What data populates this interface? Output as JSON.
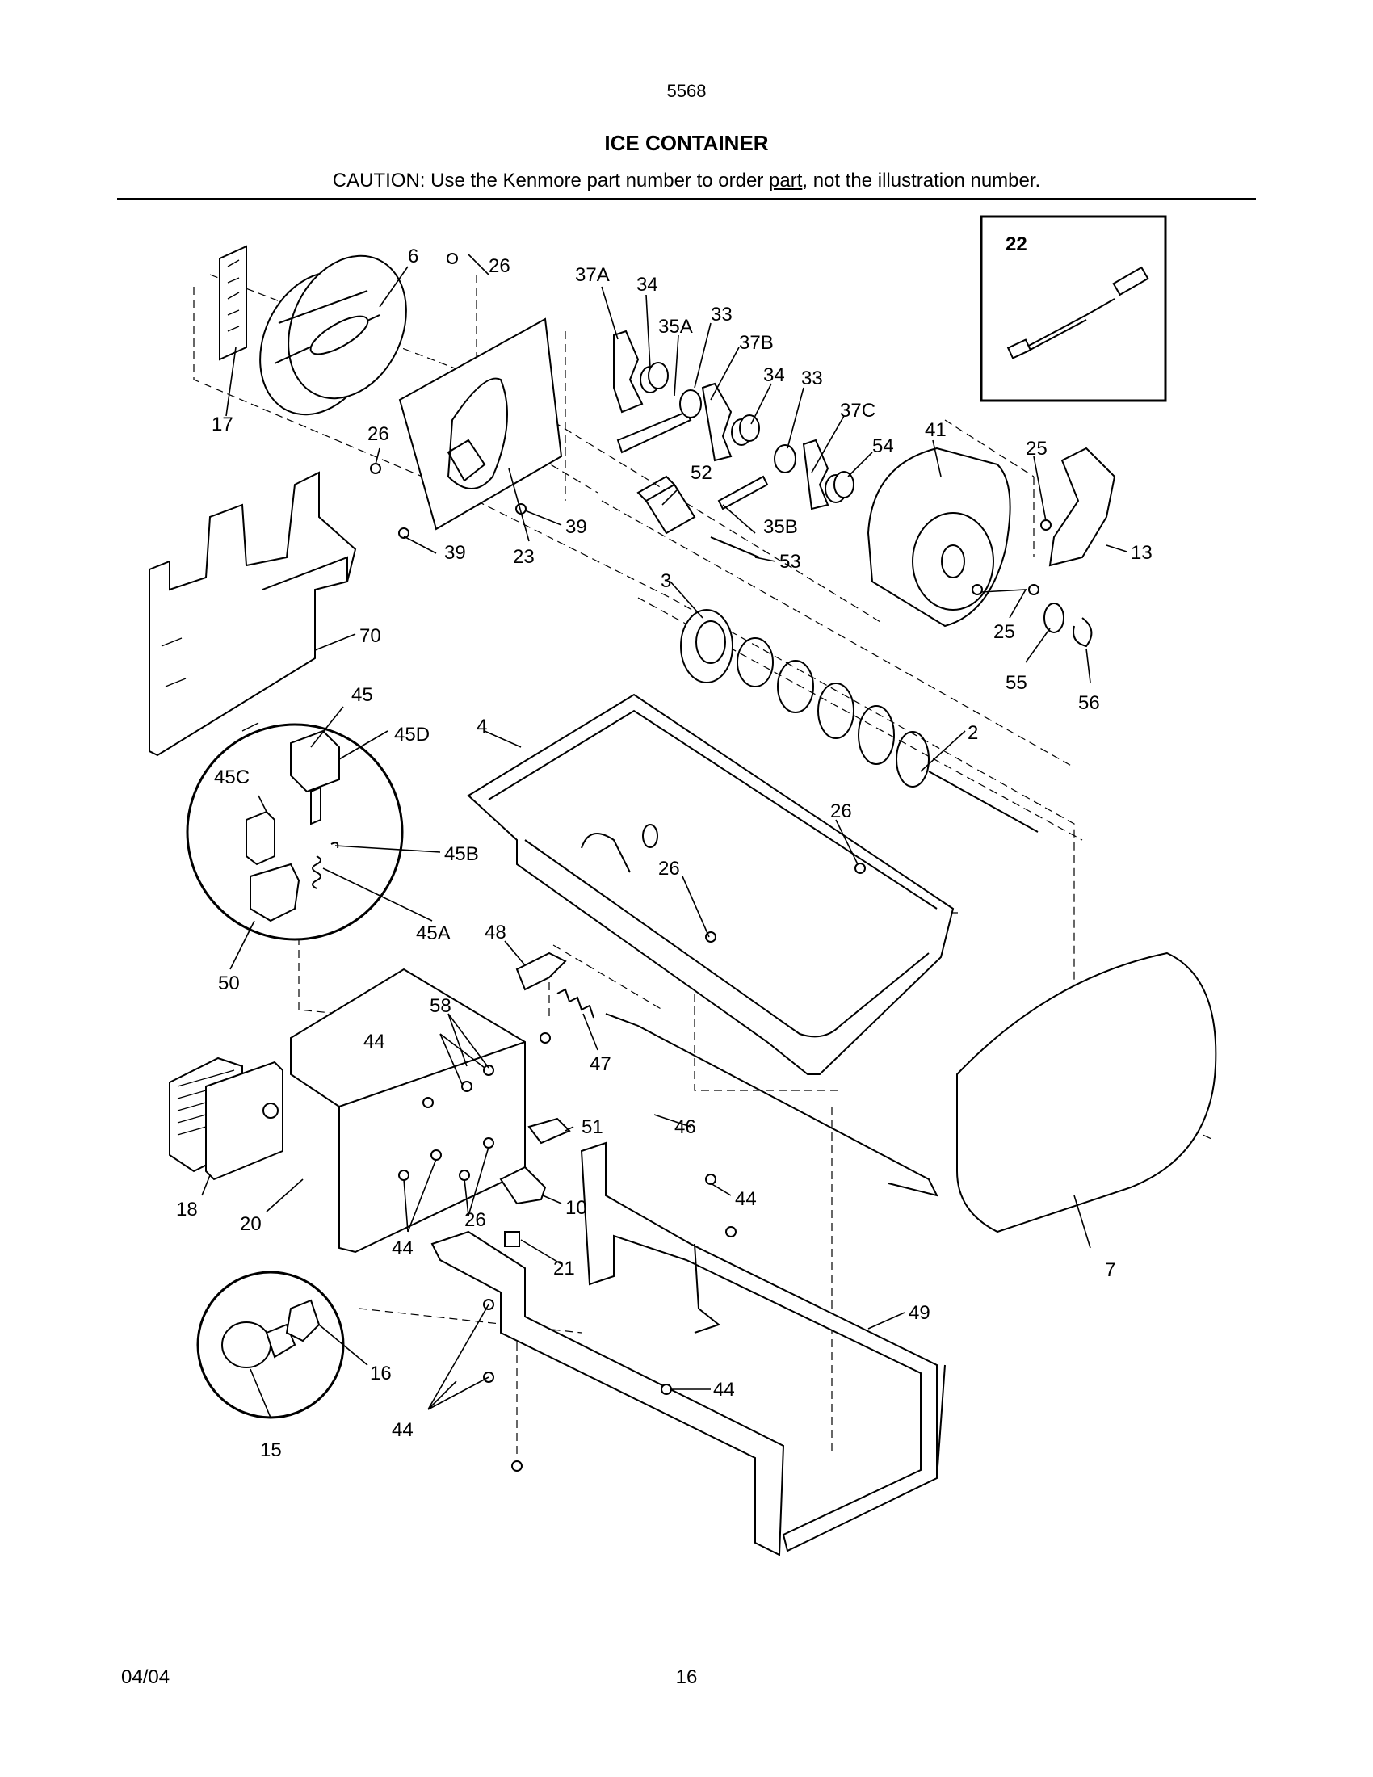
{
  "header": {
    "page_code": "5568",
    "title": "ICE CONTAINER",
    "caution_before": "CAUTION: Use the Kenmore part number to order ",
    "caution_underlined": "part",
    "caution_after": ", not the illustration number."
  },
  "inset_label": "22",
  "callouts": {
    "c6": "6",
    "c26a": "26",
    "c37a": "37A",
    "c34a": "34",
    "c35a": "35A",
    "c33a": "33",
    "c37b": "37B",
    "c34b": "34",
    "c33b": "33",
    "c37c": "37C",
    "c54": "54",
    "c41": "41",
    "c25a": "25",
    "c13": "13",
    "c17": "17",
    "c26b": "26",
    "c52": "52",
    "c35b": "35B",
    "c53": "53",
    "c39a": "39",
    "c39b": "39",
    "c23": "23",
    "c3": "3",
    "c25b": "25",
    "c55": "55",
    "c56": "56",
    "c70": "70",
    "c45": "45",
    "c45d": "45D",
    "c45c": "45C",
    "c45b": "45B",
    "c45a": "45A",
    "c50": "50",
    "c4": "4",
    "c2": "2",
    "c26c": "26",
    "c26d": "26",
    "c48": "48",
    "c47": "47",
    "c58": "58",
    "c44a": "44",
    "c51": "51",
    "c46": "46",
    "c18": "18",
    "c20": "20",
    "c10": "10",
    "c44b": "44",
    "c26e": "26",
    "c44c": "44",
    "c21": "21",
    "c7": "7",
    "c49": "49",
    "c16": "16",
    "c44d": "44",
    "c44e": "44",
    "c15": "15"
  },
  "footer": {
    "date": "04/04",
    "page_number": "16"
  }
}
